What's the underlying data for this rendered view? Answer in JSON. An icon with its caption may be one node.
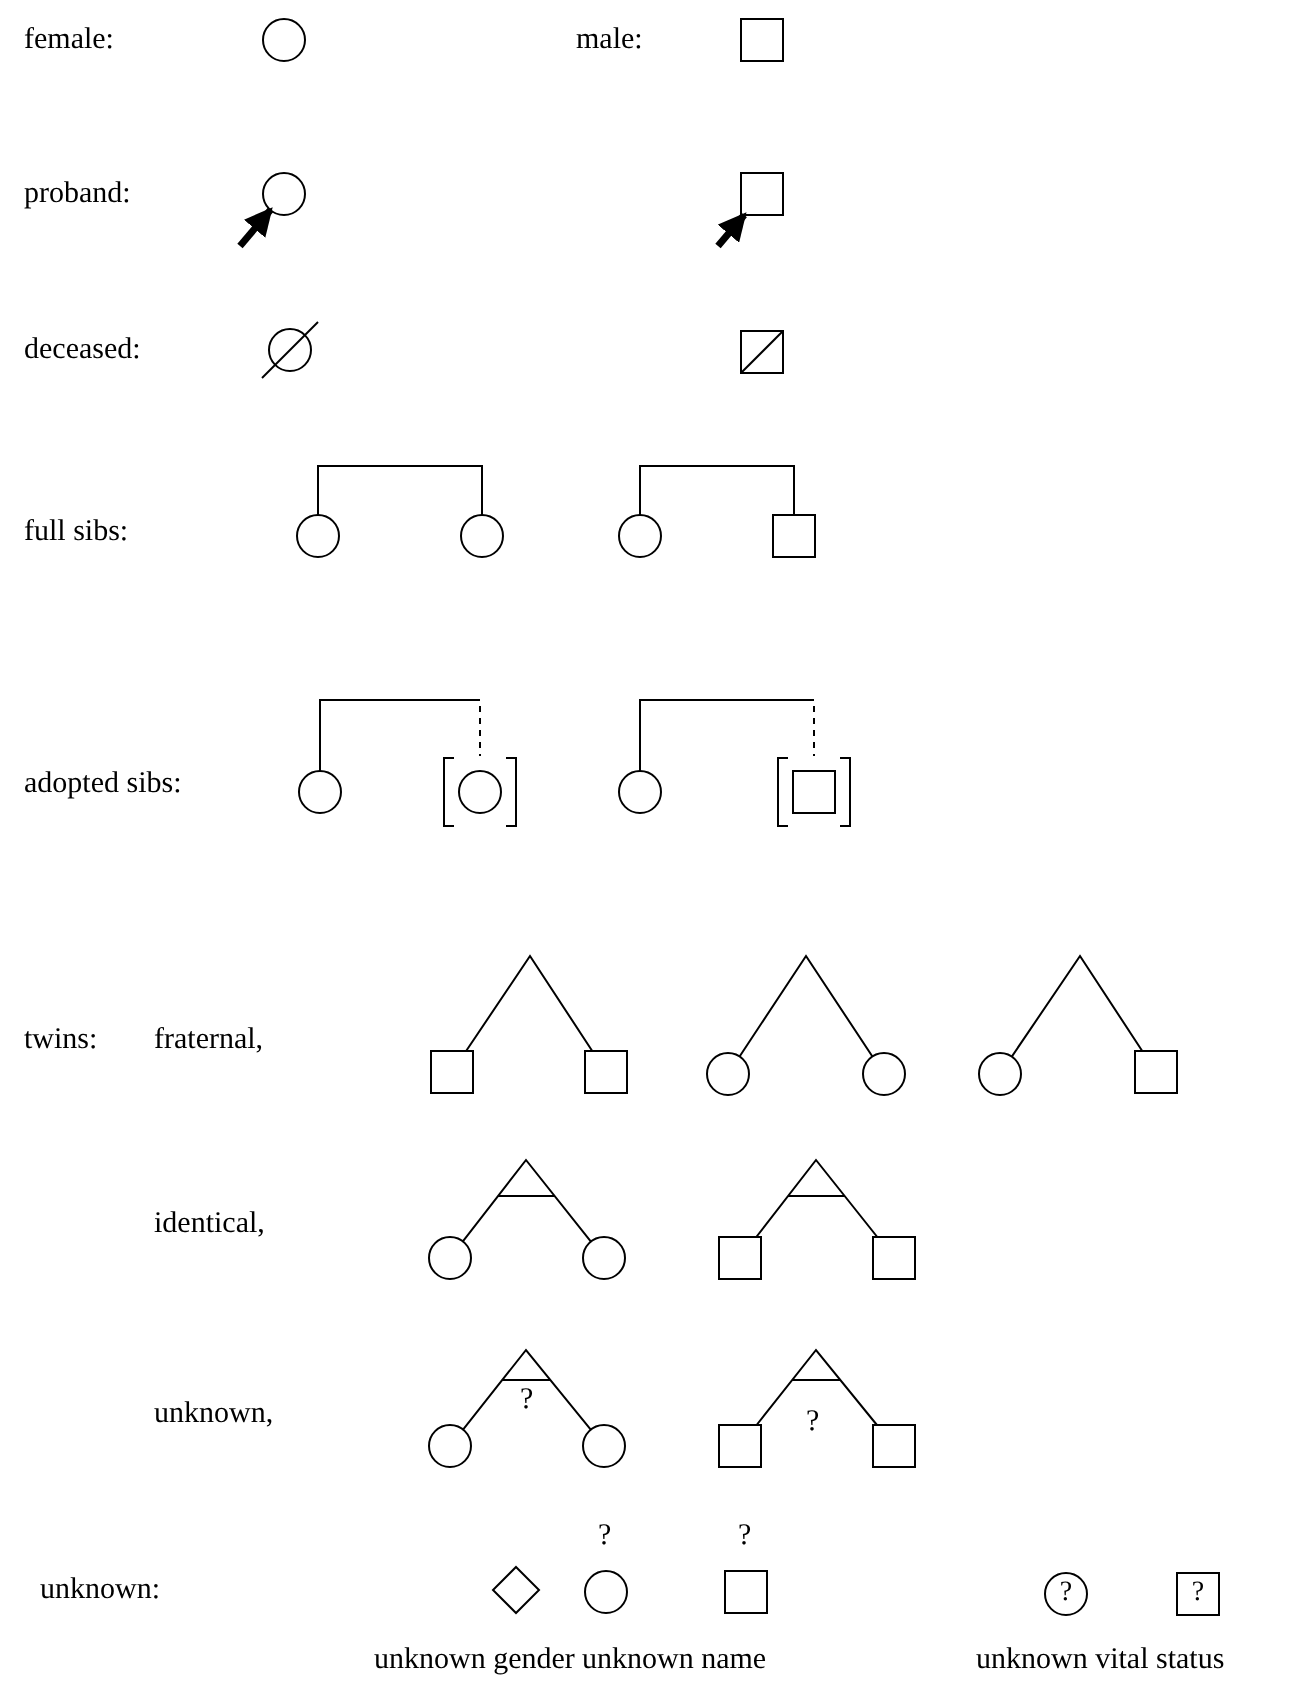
{
  "diagram": {
    "nodes": [
      {
        "text": [],
        "shape": "circle"
      },
      {
        "text": [],
        "shape": "box"
      },
      {
        "text": [],
        "shape": "circle"
      },
      {
        "text": [],
        "shape": "box"
      },
      {
        "text": [],
        "shape": "circle"
      },
      {
        "text": [],
        "shape": "box"
      },
      {
        "text": [],
        "shape": "circle"
      },
      {
        "text": [],
        "shape": "circle"
      },
      {
        "text": [],
        "shape": "circle"
      },
      {
        "text": [],
        "shape": "box"
      },
      {
        "text": [],
        "shape": "circle"
      },
      {
        "text": [],
        "shape": "circle"
      },
      {
        "text": [],
        "shape": "circle"
      },
      {
        "text": [],
        "shape": "box"
      },
      {
        "text": [],
        "shape": "box"
      },
      {
        "text": [],
        "shape": "box"
      },
      {
        "text": [],
        "shape": "circle"
      },
      {
        "text": [],
        "shape": "circle"
      },
      {
        "text": [],
        "shape": "circle"
      },
      {
        "text": [],
        "shape": "box"
      },
      {
        "text": [],
        "shape": "circle"
      },
      {
        "text": [],
        "shape": "circle"
      },
      {
        "text": [],
        "shape": "box"
      },
      {
        "text": [],
        "shape": "box"
      },
      {
        "text": [],
        "shape": "circle"
      },
      {
        "text": [],
        "shape": "circle"
      },
      {
        "text": [],
        "shape": "box"
      },
      {
        "text": [],
        "shape": "box"
      },
      {
        "text": [],
        "shape": "diamond"
      },
      {
        "text": [],
        "shape": "circle",
        "beside": [
          "?"
        ]
      },
      {
        "text": [],
        "shape": "box",
        "beside": [
          "?"
        ]
      },
      {
        "text": [
          "?"
        ]
      },
      {
        "text": [
          "?"
        ]
      }
    ],
    "edges": [
      {
        "from": null,
        "to": 2,
        "arrow": "to",
        "style": "thick"
      },
      {
        "from": null,
        "to": 3,
        "arrow": "to",
        "style": "thick"
      },
      {
        "from": 6,
        "to": 7,
        "arrow": "none"
      },
      {
        "from": 8,
        "to": 9,
        "arrow": "none"
      },
      {
        "from": 10,
        "to": 11,
        "arrow": "none",
        "style": "dashed"
      },
      {
        "from": 12,
        "to": 13,
        "arrow": "none",
        "style": "dashed"
      },
      {
        "from": 14,
        "to": 15,
        "arrow": "none"
      },
      {
        "from": 16,
        "to": 17,
        "arrow": "none"
      },
      {
        "from": 18,
        "to": 19,
        "arrow": "none"
      },
      {
        "from": 20,
        "to": 21,
        "arrow": "none"
      },
      {
        "from": 22,
        "to": 23,
        "arrow": "none"
      },
      {
        "from": 24,
        "to": 25,
        "arrow": "none"
      },
      {
        "from": 26,
        "to": 27,
        "arrow": "none"
      }
    ],
    "labels": [
      "female:",
      "male:",
      "proband:",
      "deceased:",
      "full sibs:",
      "adopted sibs:",
      "twins:",
      "fraternal,",
      "identical,",
      "unknown,",
      "?",
      "?",
      "unknown:",
      "unknown gender",
      "unknown name",
      "unknown vital status"
    ]
  }
}
